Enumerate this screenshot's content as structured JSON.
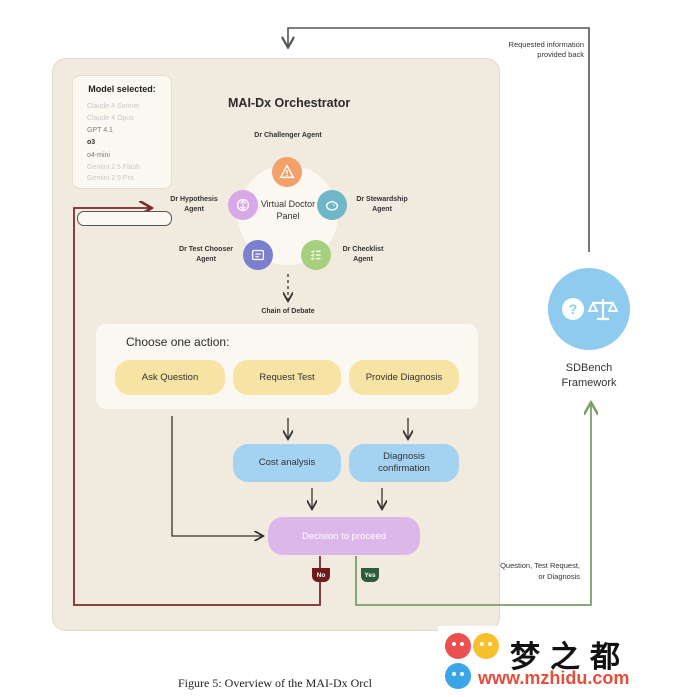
{
  "diagram": {
    "orchestrator_title": "MAI-Dx Orchestrator",
    "model_selector": {
      "title": "Model selected:",
      "models": [
        "Claude 4 Sonnet",
        "Claude 4 Opus",
        "GPT 4.1",
        "o3",
        "o4-mini",
        "Gemini 2.5 Flash",
        "Gemini 2.5 Pro"
      ],
      "selected": "o3"
    },
    "panel": {
      "center_label": "Virtual Doctor Panel",
      "agents": {
        "challenger": "Dr Challenger Agent",
        "hypothesis": "Dr Hypothesis Agent",
        "stewardship": "Dr Stewardship Agent",
        "test_chooser": "Dr Test Chooser Agent",
        "checklist": "Dr Checklist Agent"
      },
      "agent_colors": {
        "challenger": "#f4a06a",
        "hypothesis": "#d9a8e8",
        "stewardship": "#6fb6c9",
        "test_chooser": "#7b7fd0",
        "checklist": "#a6cf7e"
      }
    },
    "debate_label": "Chain of Debate",
    "actions": {
      "title": "Choose one action:",
      "ask_question": "Ask Question",
      "request_test": "Request Test",
      "provide_diagnosis": "Provide Diagnosis"
    },
    "cost_analysis": "Cost analysis",
    "diagnosis_confirmation": "Diagnosis confirmation",
    "decision": "Decision to proceed",
    "no_label": "No",
    "yes_label": "Yes",
    "sdbench": "SDBench Framework",
    "requested_info": "Requested information provided back",
    "question_test_diag": "Question, Test Request, or Diagnosis",
    "colors": {
      "no_arrow": "#7a2a2a",
      "yes_arrow": "#7e9f6a",
      "pill_yellow": "#f7e3a3",
      "pill_blue": "#a4d2f1",
      "pill_purple": "#dcb7ea",
      "sdbench_circle": "#8ecbef"
    }
  },
  "caption": "Figure 5: Overview of the MAI-Dx Orcl",
  "watermark": {
    "title": "梦之都",
    "url": "www.mzhidu.com"
  }
}
